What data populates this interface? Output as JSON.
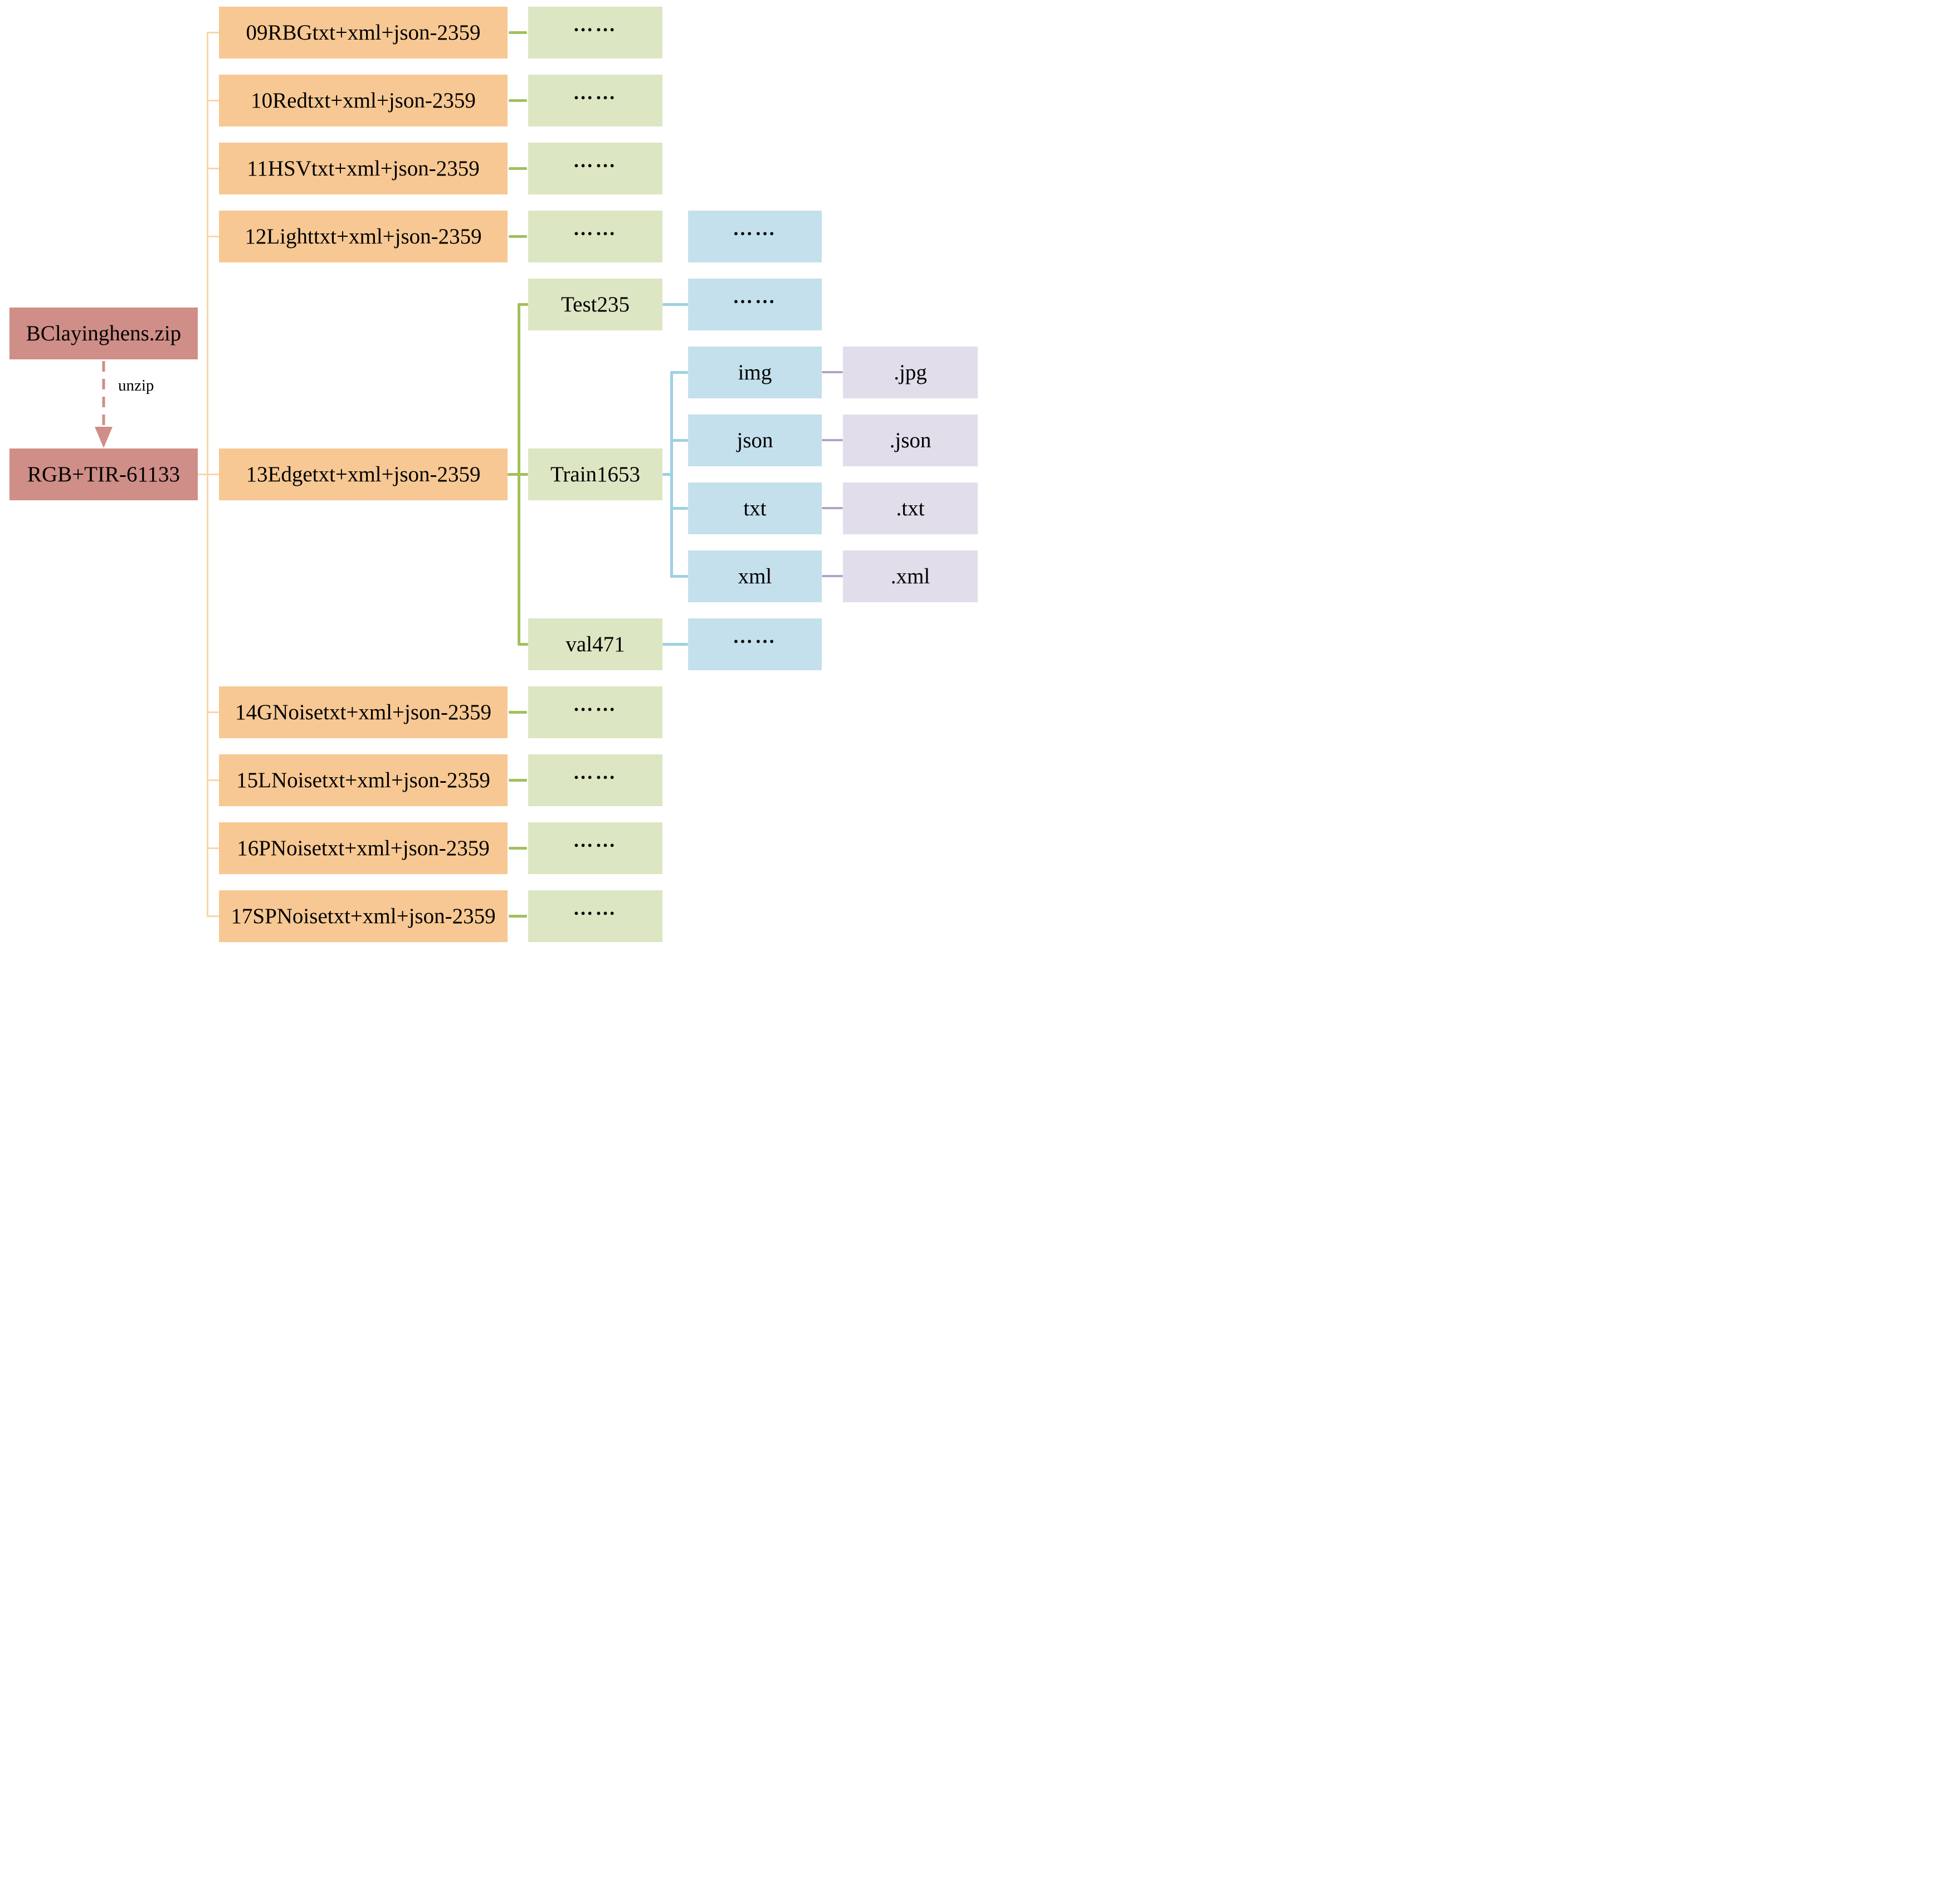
{
  "root": {
    "zip": "BClayinghens.zip",
    "unzip": "unzip",
    "folder": "RGB+TIR-61133"
  },
  "folders": [
    {
      "label": "09RBGtxt+xml+json-2359",
      "child": "……"
    },
    {
      "label": "10Redtxt+xml+json-2359",
      "child": "……"
    },
    {
      "label": "11HSVtxt+xml+json-2359",
      "child": "……"
    },
    {
      "label": "12Lighttxt+xml+json-2359",
      "child": "……",
      "extra": "……"
    },
    {
      "label": "13Edgetxt+xml+json-2359"
    },
    {
      "label": "14GNoisetxt+xml+json-2359",
      "child": "……"
    },
    {
      "label": "15LNoisetxt+xml+json-2359",
      "child": "……"
    },
    {
      "label": "16PNoisetxt+xml+json-2359",
      "child": "……"
    },
    {
      "label": "17SPNoisetxt+xml+json-2359",
      "child": "……"
    }
  ],
  "edge_children": {
    "test": {
      "label": "Test235",
      "child": "……"
    },
    "train": {
      "label": "Train1653",
      "items": [
        {
          "folder": "img",
          "ext": ".jpg"
        },
        {
          "folder": "json",
          "ext": ".json"
        },
        {
          "folder": "txt",
          "ext": ".txt"
        },
        {
          "folder": "xml",
          "ext": ".xml"
        }
      ]
    },
    "val": {
      "label": "val471",
      "child": "……"
    }
  },
  "colors": {
    "salmon": "#cf8e87",
    "orange": "#f7c893",
    "orange_line": "#f8d7ab",
    "green": "#dce6c2",
    "green_line": "#a3c05c",
    "blue": "#c4e0ec",
    "blue_line": "#9dd1e2",
    "purple": "#e2ddeb",
    "purple_line": "#b3a1cb",
    "arrow": "#cf8e87"
  }
}
